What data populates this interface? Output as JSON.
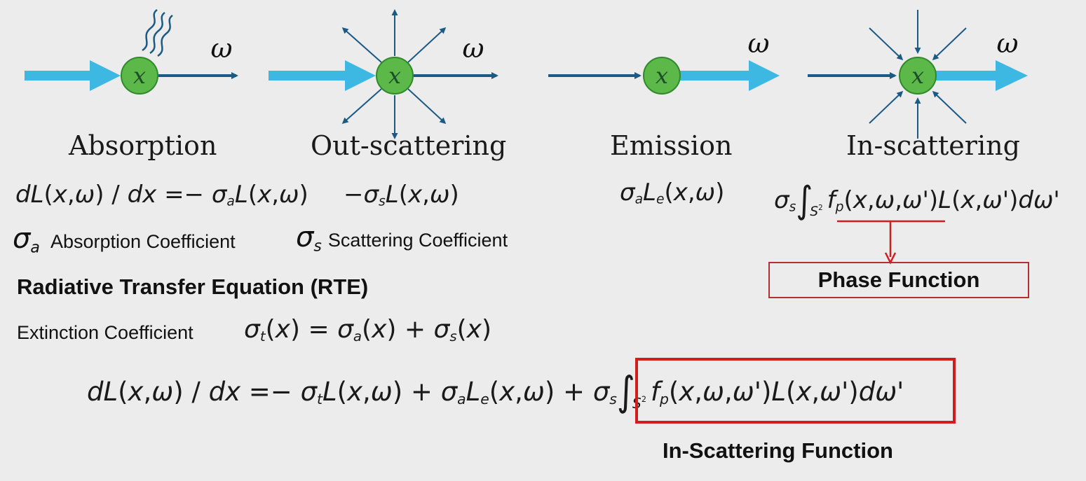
{
  "diagram": {
    "point_symbol": "x",
    "direction_symbol": "ω",
    "panels": [
      {
        "title": "Absorption"
      },
      {
        "title": "Out-scattering"
      },
      {
        "title": "Emission"
      },
      {
        "title": "In-scattering"
      }
    ]
  },
  "equations": {
    "absorption": "dL(x,ω) / dx =− σₐL(x,ω)",
    "out_scattering": "−σₛL(x,ω)",
    "emission": "σₐLₑ(x,ω)",
    "in_scattering": "σₛ∫S² fₚ(x,ω,ω')L(x,ω')dω'"
  },
  "coefficients": {
    "sigma_a_symbol": "σ",
    "sigma_a_sub": "a",
    "absorption_label": "Absorption Coefficient",
    "sigma_s_symbol": "σ",
    "sigma_s_sub": "s",
    "scattering_label": "Scattering Coefficient"
  },
  "phase_function_label": "Phase Function",
  "rte_heading": "Radiative Transfer Equation (RTE)",
  "extinction": {
    "label": "Extinction Coefficient",
    "equation": "σₜ(x) = σₐ(x) + σₛ(x)"
  },
  "rte_equation": "dL(x,ω) / dx =− σₜL(x,ω) + σₐLₑ(x,ω) + σₛ∫S² fₚ(x,ω,ω')L(x,ω')dω'",
  "in_scattering_function_label": "In-Scattering Function",
  "colors": {
    "thick_arrow": "#3db8e3",
    "thin_arrow": "#1c5a86",
    "node_fill": "#5cb848",
    "node_stroke": "#2f8a2a",
    "highlight_red": "#d11d1d"
  }
}
